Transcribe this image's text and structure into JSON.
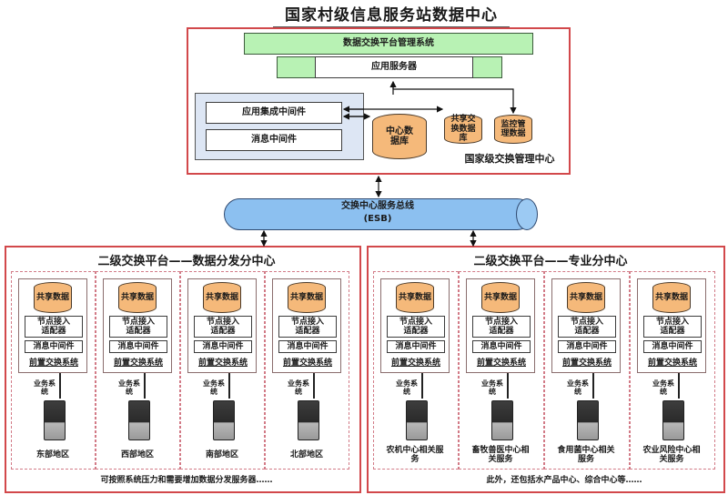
{
  "title": "国家村级信息服务站数据中心",
  "national": {
    "mgmt_system": "数据交换平台管理系统",
    "app_server": "应用服务器",
    "app_integration_middleware": "应用集成中间件",
    "message_middleware": "消息中间件",
    "central_db": "中心数据库",
    "shared_exchange_db": "共享交换数据库",
    "monitor_db": "监控管理数据",
    "center_label": "国家级交换管理中心"
  },
  "esb": {
    "line1": "交换中心服务总线",
    "line2": "(ESB)"
  },
  "left_platform": {
    "title": "二级交换平台——数据分发分中心",
    "footer": "可按照系统压力和需要增加数据分发服务器……",
    "nodes": [
      {
        "shared_data": "共享数据",
        "node_adapter": "节点接入适配器",
        "message_mw": "消息中间件",
        "front_system": "前置交换系统",
        "business_system": "业务系统",
        "region": "东部地区"
      },
      {
        "shared_data": "共享数据",
        "node_adapter": "节点接入适配器",
        "message_mw": "消息中间件",
        "front_system": "前置交换系统",
        "business_system": "业务系统",
        "region": "西部地区"
      },
      {
        "shared_data": "共享数据",
        "node_adapter": "节点接入适配器",
        "message_mw": "消息中间件",
        "front_system": "前置交换系统",
        "business_system": "业务系统",
        "region": "南部地区"
      },
      {
        "shared_data": "共享数据",
        "node_adapter": "节点接入适配器",
        "message_mw": "消息中间件",
        "front_system": "前置交换系统",
        "business_system": "业务系统",
        "region": "北部地区"
      }
    ]
  },
  "right_platform": {
    "title": "二级交换平台——专业分中心",
    "footer": "此外，还包括水产品中心、综合中心等……",
    "nodes": [
      {
        "shared_data": "共享数据",
        "node_adapter": "节点接入适配器",
        "message_mw": "消息中间件",
        "front_system": "前置交换系统",
        "business_system": "业务系统",
        "region": "农机中心相关服务"
      },
      {
        "shared_data": "共享数据",
        "node_adapter": "节点接入适配器",
        "message_mw": "消息中间件",
        "front_system": "前置交换系统",
        "business_system": "业务系统",
        "region": "畜牧兽医中心相关服务"
      },
      {
        "shared_data": "共享数据",
        "node_adapter": "节点接入适配器",
        "message_mw": "消息中间件",
        "front_system": "前置交换系统",
        "business_system": "业务系统",
        "region": "食用菌中心相关服务"
      },
      {
        "shared_data": "共享数据",
        "node_adapter": "节点接入适配器",
        "message_mw": "消息中间件",
        "front_system": "前置交换系统",
        "business_system": "业务系统",
        "region": "农业风险中心相关服务"
      }
    ]
  }
}
